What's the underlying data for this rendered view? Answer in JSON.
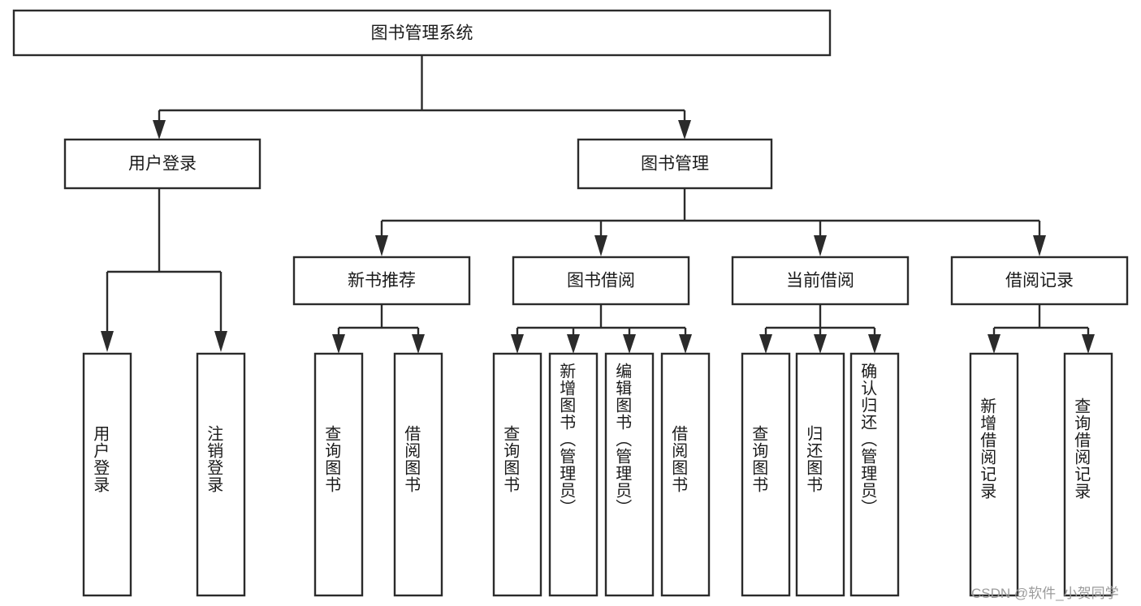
{
  "diagram": {
    "type": "tree-hierarchy",
    "title": "图书管理系统",
    "levels": 4,
    "root": {
      "id": "root",
      "label": "图书管理系统",
      "orientation": "horizontal"
    },
    "level2": [
      {
        "id": "user-login",
        "label": "用户登录",
        "orientation": "horizontal"
      },
      {
        "id": "book-manage",
        "label": "图书管理",
        "orientation": "horizontal"
      }
    ],
    "level3": [
      {
        "id": "new-book-recommend",
        "label": "新书推荐",
        "orientation": "horizontal",
        "parent": "book-manage"
      },
      {
        "id": "book-borrow",
        "label": "图书借阅",
        "orientation": "horizontal",
        "parent": "book-manage"
      },
      {
        "id": "current-borrow",
        "label": "当前借阅",
        "orientation": "horizontal",
        "parent": "book-manage"
      },
      {
        "id": "borrow-record",
        "label": "借阅记录",
        "orientation": "horizontal",
        "parent": "book-manage"
      }
    ],
    "leaves": [
      {
        "id": "leaf-user-login",
        "label": "用户登录",
        "parent": "user-login",
        "orientation": "vertical"
      },
      {
        "id": "leaf-logout-login",
        "label": "注销登录",
        "parent": "user-login",
        "orientation": "vertical"
      },
      {
        "id": "leaf-query-book-1",
        "label": "查询图书",
        "parent": "new-book-recommend",
        "orientation": "vertical"
      },
      {
        "id": "leaf-borrow-book-1",
        "label": "借阅图书",
        "parent": "new-book-recommend",
        "orientation": "vertical"
      },
      {
        "id": "leaf-query-book-2",
        "label": "查询图书",
        "parent": "book-borrow",
        "orientation": "vertical"
      },
      {
        "id": "leaf-add-book",
        "label": "新增图书（管理员）",
        "parent": "book-borrow",
        "orientation": "vertical"
      },
      {
        "id": "leaf-edit-book",
        "label": "编辑图书（管理员）",
        "parent": "book-borrow",
        "orientation": "vertical"
      },
      {
        "id": "leaf-borrow-book-2",
        "label": "借阅图书",
        "parent": "book-borrow",
        "orientation": "vertical"
      },
      {
        "id": "leaf-query-book-3",
        "label": "查询图书",
        "parent": "current-borrow",
        "orientation": "vertical"
      },
      {
        "id": "leaf-return-book",
        "label": "归还图书",
        "parent": "current-borrow",
        "orientation": "vertical"
      },
      {
        "id": "leaf-confirm-return",
        "label": "确认归还（管理员）",
        "parent": "current-borrow",
        "orientation": "vertical"
      },
      {
        "id": "leaf-add-record",
        "label": "新增借阅记录",
        "parent": "borrow-record",
        "orientation": "vertical"
      },
      {
        "id": "leaf-query-record",
        "label": "查询借阅记录",
        "parent": "borrow-record",
        "orientation": "vertical"
      }
    ],
    "colors": {
      "stroke": "#2b2b2b",
      "fill": "#ffffff",
      "text": "#1b1b1b",
      "watermark": "#9b9b9b"
    }
  },
  "watermark": {
    "text": "CSDN @软件_小贺同学"
  }
}
